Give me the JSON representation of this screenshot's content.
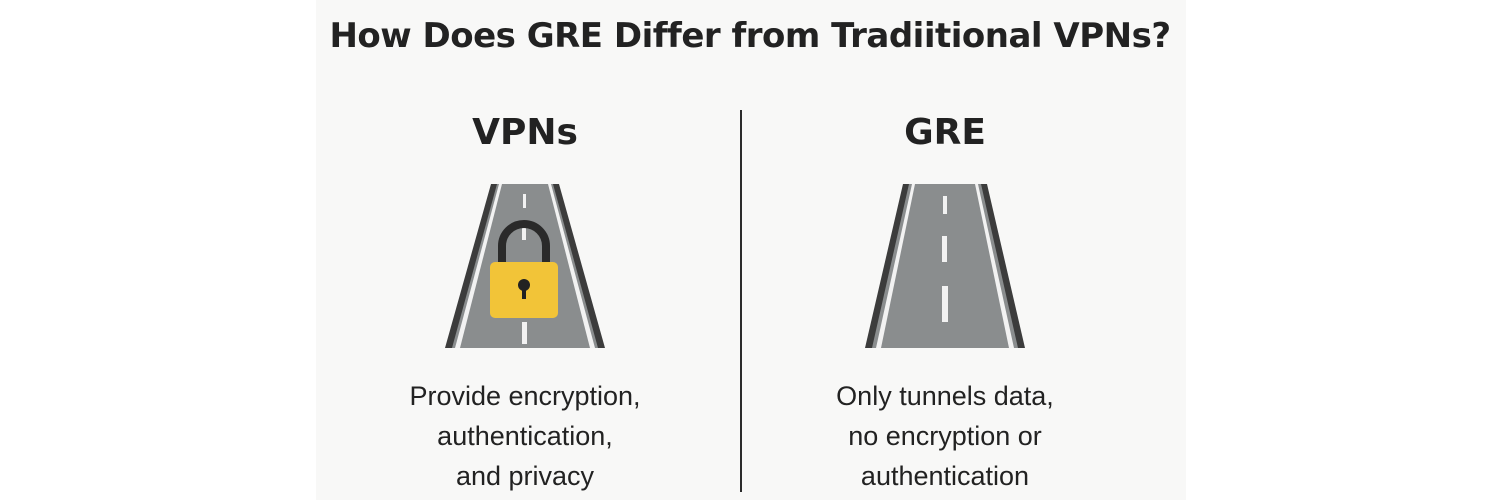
{
  "title": "How Does GRE Differ from Tradiitional VPNs?",
  "colors": {
    "road": "#8a8d8e",
    "road_edge": "#3c3c3c",
    "road_line": "#f2f2f2",
    "lock_body": "#f2c438",
    "lock_shackle": "#2a2a2a"
  },
  "left": {
    "heading": "VPNs",
    "icon": "road-with-padlock-icon",
    "description": [
      "Provide encryption,",
      "authentication,",
      "and privacy"
    ]
  },
  "right": {
    "heading": "GRE",
    "icon": "open-road-icon",
    "description": [
      "Only tunnels data,",
      "no encryption or",
      "authentication"
    ]
  }
}
